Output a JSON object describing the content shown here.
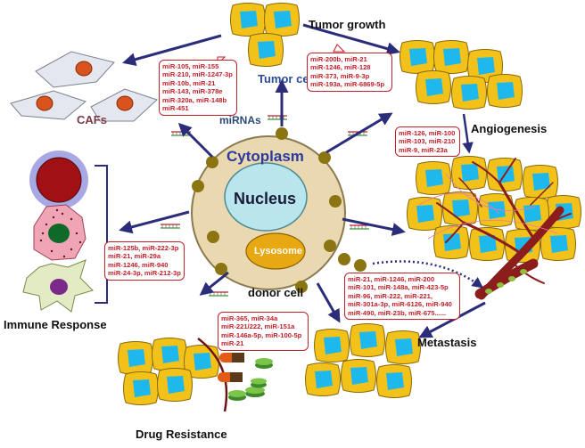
{
  "labels": {
    "tumor_growth": "Tumor growth",
    "tumor_cells": "Tumor cells",
    "cafs": "CAFs",
    "mirnas": "miRNAs",
    "angiogenesis": "Angiogenesis",
    "cytoplasm": "Cytoplasm",
    "nucleus": "Nucleus",
    "lysosome": "Lysosome",
    "donor_cell": "donor cell",
    "immune_response": "Immune Response",
    "metastasis": "Metastasis",
    "drug_resistance": "Drug Resistance"
  },
  "boxes": {
    "tumor_cells": [
      "miR-105, miR-155",
      "miR-210, miR-1247-3p",
      "miR-10b, miR-21",
      "miR-143, miR-378e",
      "miR-320a, miR-148b",
      "miR-451"
    ],
    "tumor_growth": [
      "miR-200b, miR-21",
      "miR-1246, miR-128",
      "miR-373, miR-9-3p",
      "miR-193a, miR-6869-5p"
    ],
    "angiogenesis": [
      "miR-126, miR-100",
      "miR-103, miR-210",
      "miR-9, miR-23a"
    ],
    "immune": [
      "miR-125b, miR-222-3p",
      "miR-21, miR-29a",
      "miR-1246, miR-940",
      "miR-24-3p, miR-212-3p"
    ],
    "metastasis": [
      "miR-21, miR-1246, miR-200",
      "miR-101, miR-148a, miR-423-5p",
      "miR-96, miR-222, miR-221,",
      "miR-301a-3p, miR-6126, miR-940",
      "miR-490, miR-23b, miR-675......"
    ],
    "drug": [
      "miR-365, miR-34a",
      "miR-221/222, miR-151a",
      "miR-146a-5p, miR-100-5p",
      "miR-21"
    ]
  },
  "colors": {
    "arrow": "#2b2d7a",
    "mirna_text": "#c0202a",
    "cell_body": "#f2c21b",
    "cell_nucleus": "#1fb8ec",
    "donor_cell": "#ead9b0",
    "nucleus": "#b9e6ec",
    "lysosome": "#e8a812",
    "vessel": "#8b1d1d"
  }
}
